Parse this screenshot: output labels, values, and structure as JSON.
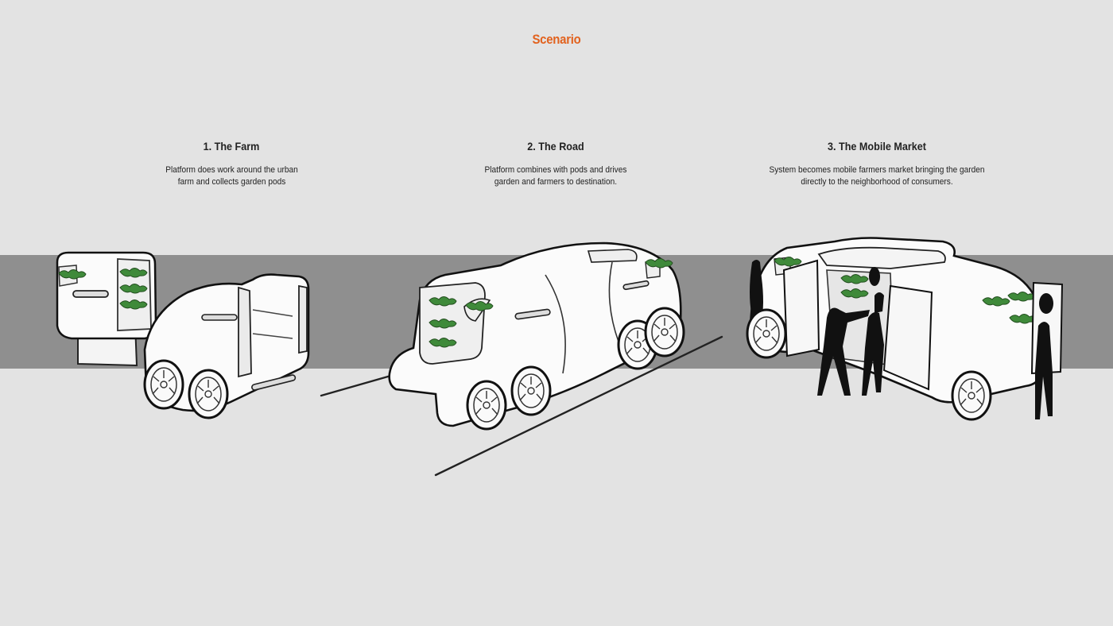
{
  "page": {
    "title": "Scenario",
    "accent_color": "#e2621e",
    "background_color": "#e3e3e3",
    "road_color": "#8f8f8f",
    "plant_color": "#3f8a3a"
  },
  "steps": [
    {
      "title": "1. The Farm",
      "description": "Platform does work around the urban farm and collects garden pods",
      "illustration": "platform-lifting-garden-pod"
    },
    {
      "title": "2. The Road",
      "description": "Platform combines with pods and drives garden and farmers to destination.",
      "illustration": "combined-vehicle-driving"
    },
    {
      "title": "3. The Mobile Market",
      "description": "System becomes mobile farmers market bringing the garden directly to the neighborhood of consumers.",
      "illustration": "vehicle-opened-as-market-with-people"
    }
  ]
}
